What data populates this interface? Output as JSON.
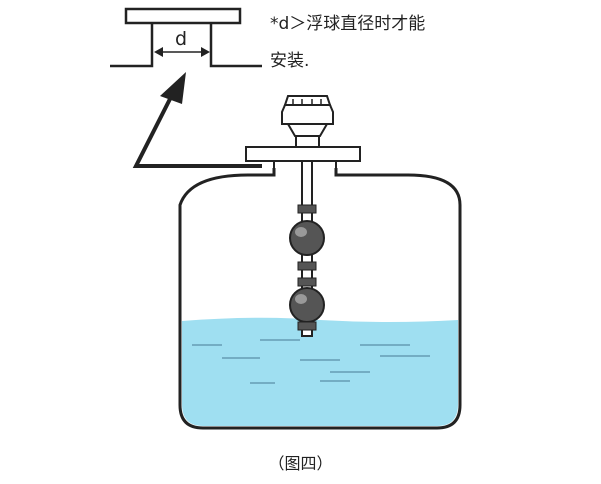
{
  "diagram": {
    "dimension_label": "d",
    "note_line1": "*d＞浮球直径时才能",
    "note_line2": "安装.",
    "caption": "（图四）"
  },
  "colors": {
    "stroke": "#222222",
    "liquid": "#9fdff1",
    "ripple": "#5a8fa8",
    "head": "#ffffff"
  },
  "icons": {
    "pointer": "arrow-icon",
    "dimension": "double-arrow-icon"
  }
}
